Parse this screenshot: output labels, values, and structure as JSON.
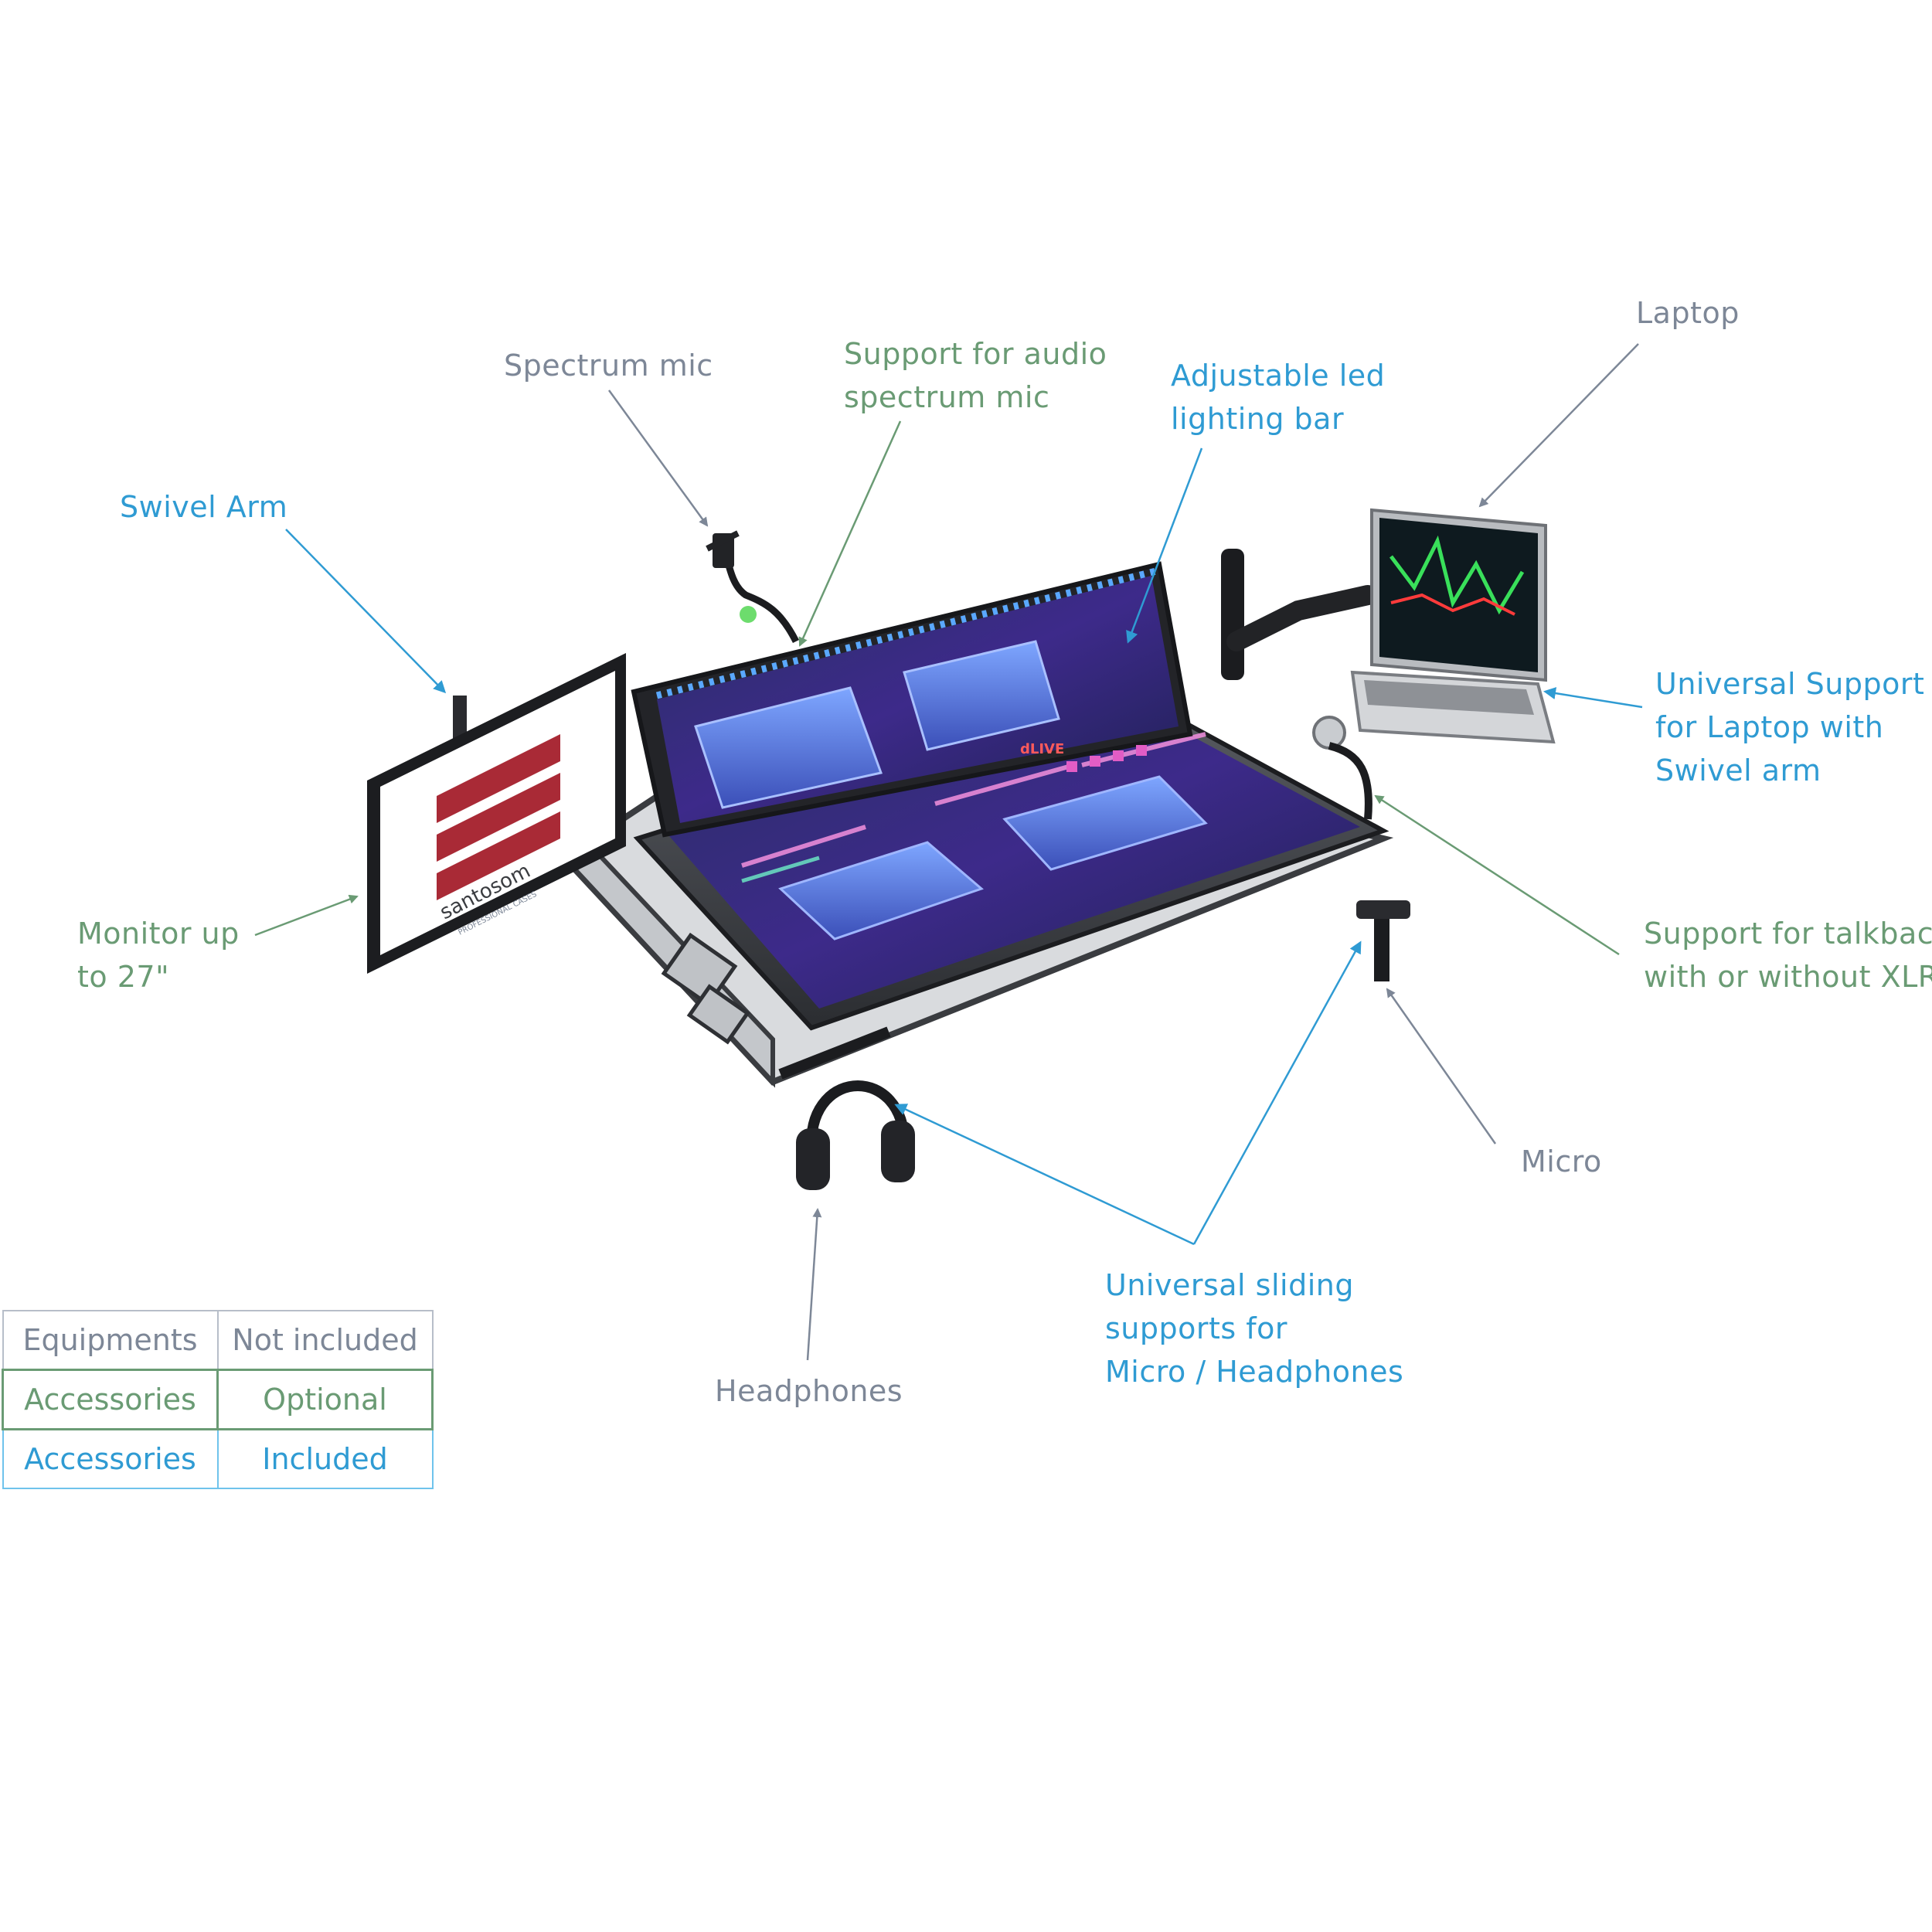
{
  "colors": {
    "equipment": "#7d8797",
    "optional": "#6a9b74",
    "included": "#2f9bd3"
  },
  "labels": {
    "laptop": [
      "Laptop"
    ],
    "spectrum_mic": [
      "Spectrum mic"
    ],
    "support_audio_mic": [
      "Support for audio",
      "spectrum mic"
    ],
    "led_bar": [
      "Adjustable led",
      "lighting bar"
    ],
    "swivel_arm": [
      "Swivel Arm"
    ],
    "laptop_support": [
      "Universal Support",
      "for Laptop with",
      "Swivel arm"
    ],
    "monitor": [
      "Monitor up",
      "to 27\""
    ],
    "talkback_support": [
      "Support for talkback",
      "with or without XLR"
    ],
    "micro": [
      "Micro"
    ],
    "sliding_supports": [
      "Universal sliding",
      "supports for",
      "Micro / Headphones"
    ],
    "headphones": [
      "Headphones"
    ]
  },
  "monitor_brand": {
    "name": "santosom",
    "tagline": "PROFESSIONAL CASES"
  },
  "console_brand": "dLIVE",
  "legend": [
    [
      "Equipments",
      "Not included"
    ],
    [
      "Accessories",
      "Optional"
    ],
    [
      "Accessories",
      "Included"
    ]
  ]
}
